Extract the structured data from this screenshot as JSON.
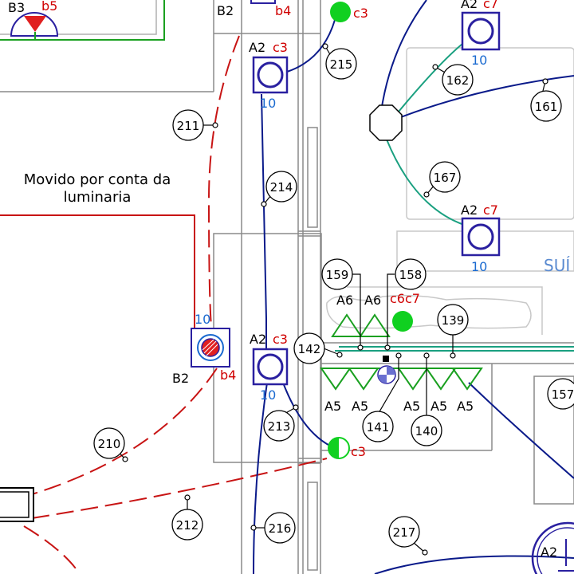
{
  "colors": {
    "wall": "#8a8a8a",
    "wall_light": "#c8c8c8",
    "circuit_blue": "#0a1a8a",
    "circuit_teal": "#1aa080",
    "dashed_red": "#c81414",
    "red_text": "#d00000",
    "blue_text": "#1a6ad0",
    "green": "#10d020",
    "fixture_fill": "#2a20a0",
    "note_line": "#c81414",
    "room_text": "#5a8ad0"
  },
  "note": {
    "line1": "Movido por conta da",
    "line2": "luminaria"
  },
  "room_label": "SUÍ",
  "callouts": [
    {
      "id": "c215",
      "label": "215"
    },
    {
      "id": "c211",
      "label": "211"
    },
    {
      "id": "c214",
      "label": "214"
    },
    {
      "id": "c162",
      "label": "162"
    },
    {
      "id": "c161",
      "label": "161"
    },
    {
      "id": "c167",
      "label": "167"
    },
    {
      "id": "c159",
      "label": "159"
    },
    {
      "id": "c158",
      "label": "158"
    },
    {
      "id": "c139",
      "label": "139"
    },
    {
      "id": "c142",
      "label": "142"
    },
    {
      "id": "c157",
      "label": "157"
    },
    {
      "id": "c210",
      "label": "210"
    },
    {
      "id": "c213",
      "label": "213"
    },
    {
      "id": "c141",
      "label": "141"
    },
    {
      "id": "c140",
      "label": "140"
    },
    {
      "id": "c212",
      "label": "212"
    },
    {
      "id": "c216",
      "label": "216"
    },
    {
      "id": "c217",
      "label": "217"
    }
  ],
  "fixtures": {
    "f1": {
      "type": "A2",
      "circuit": "c3",
      "value": "10"
    },
    "f2": {
      "type": "A2",
      "circuit": "c7",
      "value": "10"
    },
    "f3": {
      "type": "A2",
      "circuit": "c7",
      "value": "10"
    },
    "f4": {
      "type": "A2",
      "circuit": "c3",
      "value": "10"
    },
    "f5": {
      "type": "A2",
      "circuit": ""
    },
    "b2": {
      "type": "B2",
      "circuit": "b4",
      "value": "10"
    },
    "b2top": {
      "type": "B2",
      "circuit": "b4"
    },
    "b3": {
      "type": "B3",
      "circuit": "b5"
    }
  },
  "green_points": {
    "g1": {
      "circuit": "c3"
    },
    "g2": {
      "circuit": "c6c7"
    },
    "g3": {
      "circuit": "c3"
    }
  },
  "strip": {
    "top_labels": [
      "A6",
      "A6"
    ],
    "bottom_labels": [
      "A5",
      "A5",
      "A5",
      "A5",
      "A5"
    ]
  }
}
